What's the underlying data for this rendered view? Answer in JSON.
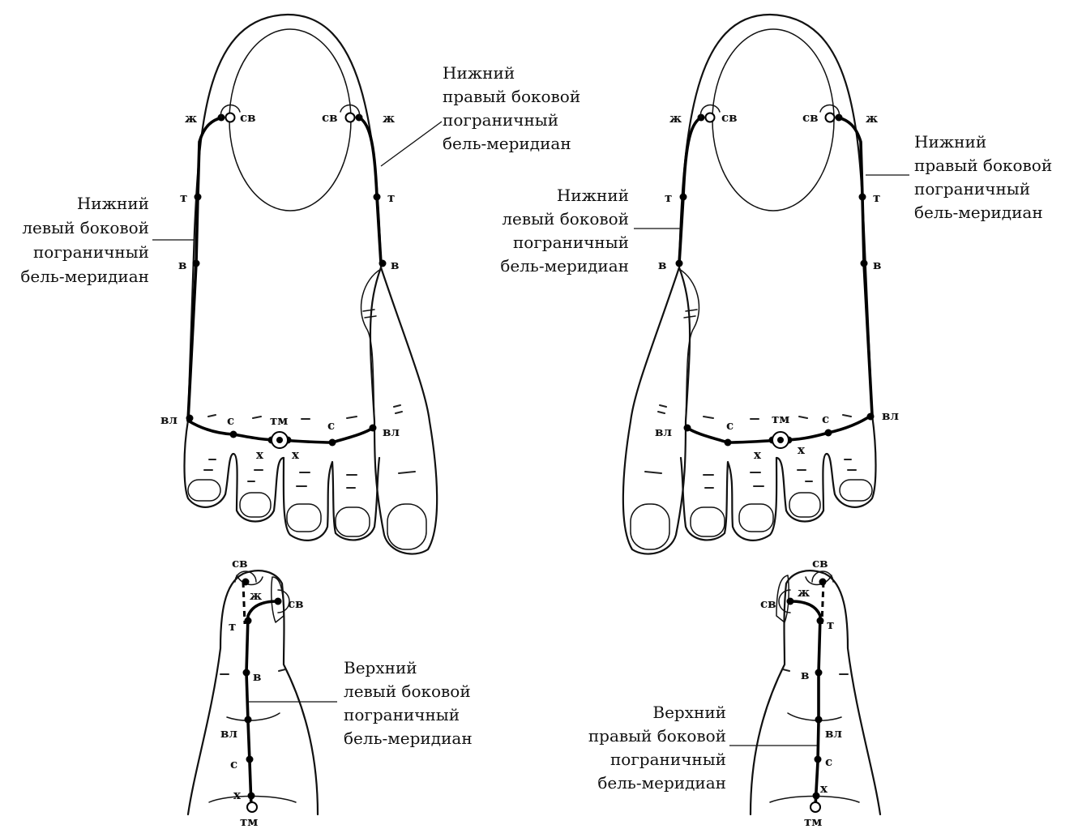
{
  "points": {
    "zh": "ж",
    "sv": "св",
    "t": "т",
    "v": "в",
    "vl": "вл",
    "s": "с",
    "tm": "тм",
    "kh": "х"
  },
  "captions": {
    "lower_right": [
      "Нижний",
      "правый боковой",
      "пограничный",
      "бель-меридиан"
    ],
    "lower_left": [
      "Нижний",
      "левый боковой",
      "пограничный",
      "бель-меридиан"
    ],
    "upper_left": [
      "Верхний",
      "левый боковой",
      "пограничный",
      "бель-меридиан"
    ],
    "upper_right": [
      "Верхний",
      "правый боковой",
      "пограничный",
      "бель-меридиан"
    ]
  },
  "colors": {
    "ink": "#111111",
    "paper": "#ffffff"
  }
}
